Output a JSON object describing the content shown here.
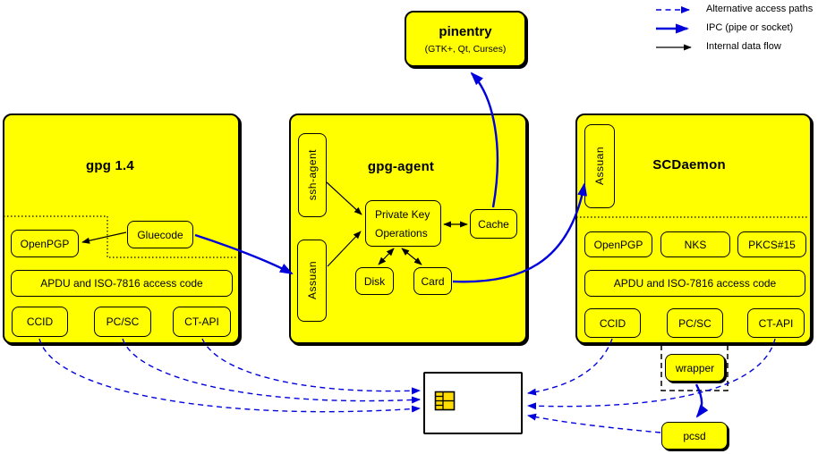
{
  "colors": {
    "module_fill": "#ffff00",
    "ipc_blue": "#0000dd",
    "border_black": "#000000",
    "card_fill": "#ffffff"
  },
  "legend": {
    "alt_paths": "Alternative access paths",
    "ipc": "IPC (pipe or socket)",
    "internal": "Internal data flow"
  },
  "pinentry": {
    "title": "pinentry",
    "subtitle": "(GTK+, Qt, Curses)"
  },
  "gpg14": {
    "title": "gpg 1.4",
    "openpgp": "OpenPGP",
    "gluecode": "Gluecode",
    "apdu": "APDU and ISO-7816 access code",
    "ccid": "CCID",
    "pcsc": "PC/SC",
    "ctapi": "CT-API"
  },
  "gpg_agent": {
    "title": "gpg-agent",
    "ssh_agent": "ssh-agent",
    "assuan": "Assuan",
    "private_key_line1": "Private Key",
    "private_key_line2": "Operations",
    "cache": "Cache",
    "disk": "Disk",
    "card": "Card"
  },
  "scdaemon": {
    "title": "SCDaemon",
    "assuan": "Assuan",
    "openpgp": "OpenPGP",
    "nks": "NKS",
    "pkcs15": "PKCS#15",
    "apdu": "APDU and ISO-7816 access code",
    "ccid": "CCID",
    "pcsc": "PC/SC",
    "ctapi": "CT-API"
  },
  "system": {
    "wrapper": "wrapper",
    "pcsd": "pcsd"
  },
  "icons": {
    "chip": "smartcard-chip"
  }
}
